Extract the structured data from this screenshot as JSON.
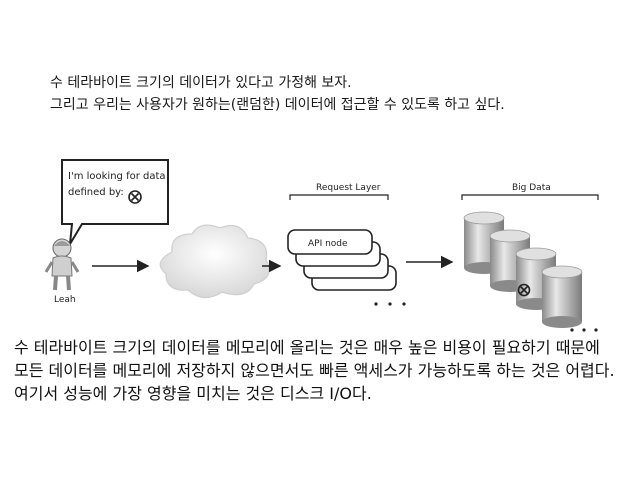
{
  "intro": {
    "line1": "수 테라바이트 크기의 데이터가 있다고 가정해 보자.",
    "line2": "그리고 우리는 사용자가 원하는(랜덤한) 데이터에 접근할 수 있도록 하고 싶다."
  },
  "diagram": {
    "bubble_line1": "I'm looking for data",
    "bubble_line2": "defined by:",
    "user_label": "Leah",
    "request_layer_label": "Request Layer",
    "big_data_label": "Big Data",
    "api_node_label": "API node",
    "icons": [
      "x-circle-icon",
      "person-icon",
      "cloud-icon",
      "database-icon",
      "arrow-icon"
    ]
  },
  "body": {
    "line1": "수 테라바이트 크기의 데이터를 메모리에 올리는 것은 매우 높은 비용이 필요하기 때문에",
    "line2": "모든 데이터를 메모리에 저장하지 않으면서도 빠른 액세스가 가능하도록 하는 것은 어렵다.",
    "line3": "여기서 성능에 가장 영향을 미치는 것은 디스크 I/O다."
  }
}
